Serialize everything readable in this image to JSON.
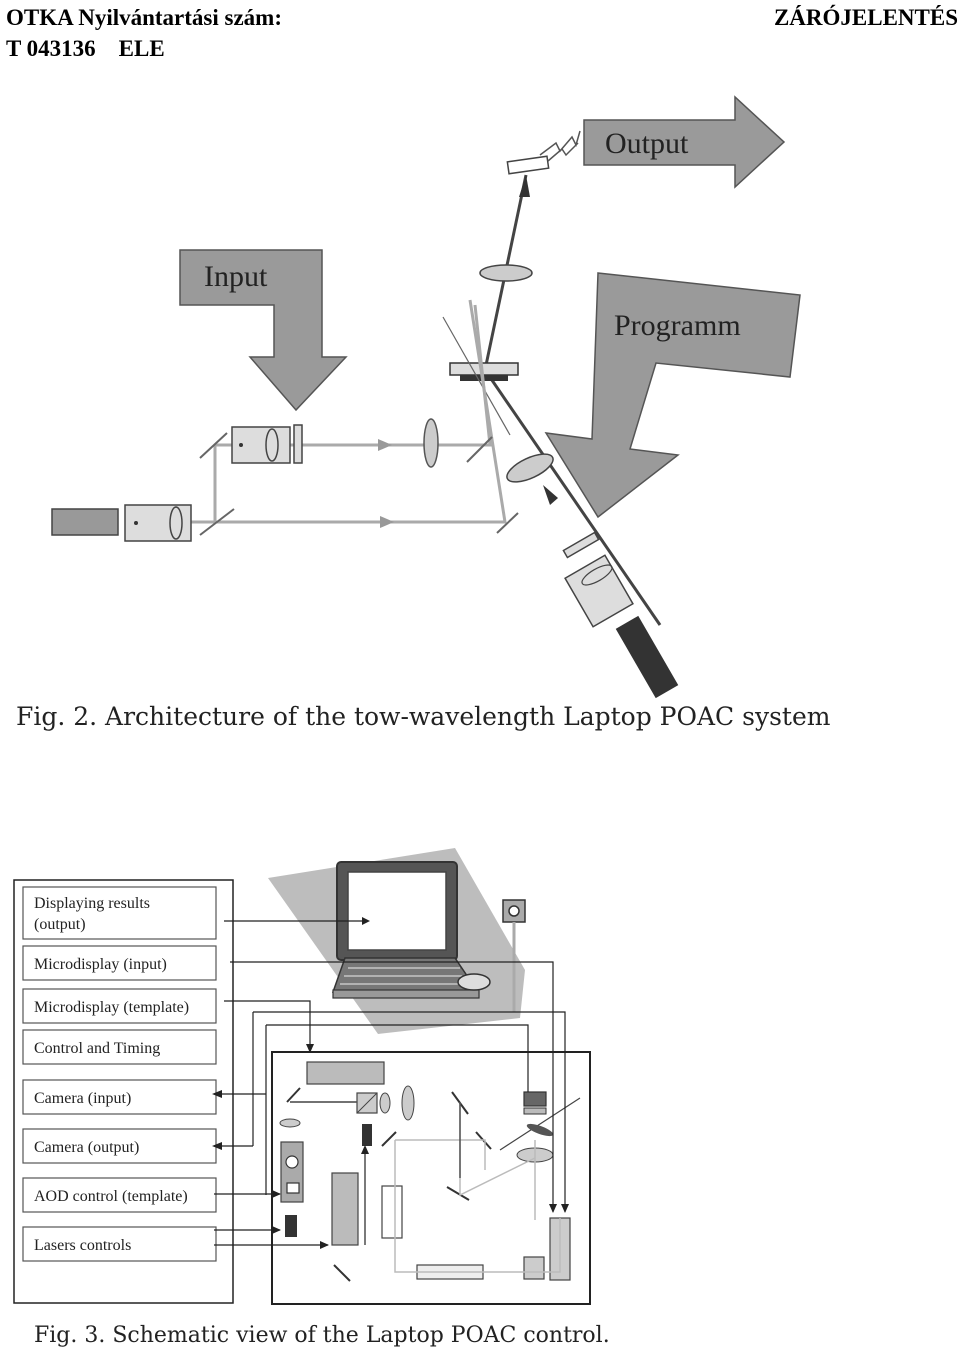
{
  "header": {
    "left_line1": "OTKA Nyilvántartási szám:",
    "left_line2": "T 043136    ELE",
    "right": "ZÁRÓJELENTÉS"
  },
  "figure2": {
    "arrow_output": "Output",
    "arrow_input": "Input",
    "arrow_programm": "Programm",
    "caption": "Fig. 2. Architecture of the tow-wavelength Laptop POAC system"
  },
  "figure3": {
    "panel_items": [
      {
        "line1": "Displaying results",
        "line2": "(output)"
      },
      {
        "line1": "Microdisplay (input)"
      },
      {
        "line1": "Microdisplay (template)"
      },
      {
        "line1": "Control and Timing"
      },
      {
        "line1": "Camera (input)"
      },
      {
        "line1": "Camera (output)"
      },
      {
        "line1": "AOD control (template)"
      },
      {
        "line1": "Lasers controls"
      }
    ],
    "caption": "Fig. 3. Schematic view of the Laptop POAC control."
  }
}
